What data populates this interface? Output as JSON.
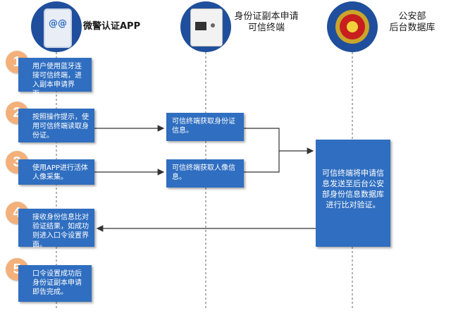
{
  "headers": {
    "app": "微警认证APP",
    "terminal": "身份证副本申请\n可信终端",
    "police": "公安部\n后台数据库"
  },
  "app_icon_text": "@@",
  "steps": [
    {
      "number": "1",
      "text": "用户使用蓝牙连接可信终端，进入副本申请界面。"
    },
    {
      "number": "2",
      "text": "按照操作提示，使用可信终端读取身份证。"
    },
    {
      "number": "3",
      "text": "使用APP进行活体人像采集。"
    },
    {
      "number": "4",
      "text": "接收身份信息比对验证结果，如成功则进入口令设置界面。"
    },
    {
      "number": "5",
      "text": "口令设置成功后身份证副本申请即告完成。"
    }
  ],
  "terminal_boxes": [
    {
      "text": "可信终端获取身份证信息。"
    },
    {
      "text": "可信终端获取人像信息。"
    }
  ],
  "police_box": {
    "text": "可信终端将申请信息发送至后台公安部身份信息数据库进行比对验证。"
  },
  "colors": {
    "box": "#2f6ec0",
    "step": "#f3b07a",
    "line": "#333333",
    "dashed": "#555555"
  }
}
